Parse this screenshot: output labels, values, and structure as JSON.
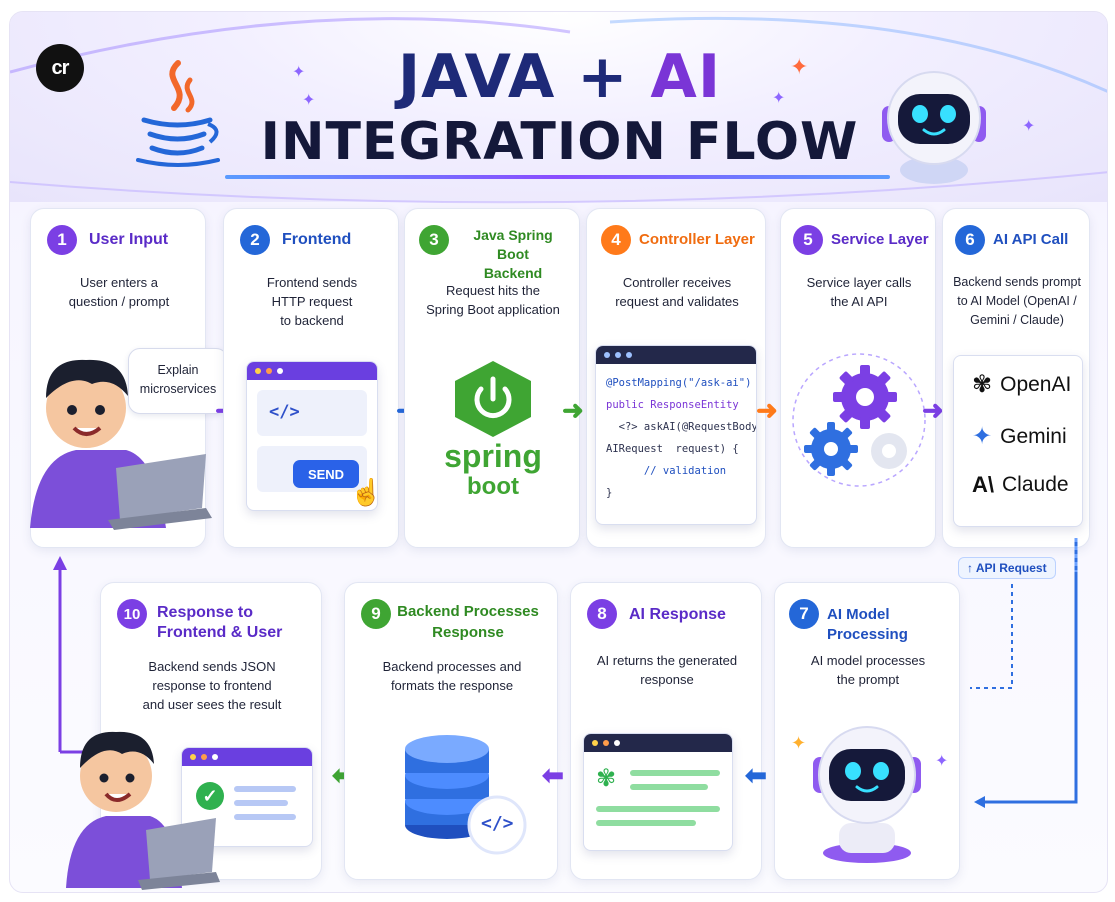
{
  "header": {
    "badge": "cr",
    "title_line1_part1": "JAVA + ",
    "title_line1_part2": "AI",
    "title_line2": "INTEGRATION FLOW"
  },
  "steps": [
    {
      "num": "1",
      "title": "User Input",
      "desc": "User enters a\nquestion / prompt",
      "bubble": "Explain\nmicroservices"
    },
    {
      "num": "2",
      "title": "Frontend",
      "desc": "Frontend sends\nHTTP request\nto backend",
      "button": "SEND",
      "code_icon": "</>"
    },
    {
      "num": "3",
      "title": "Java Spring Boot\nBackend",
      "desc": "Request hits the\nSpring Boot application",
      "logo_text_1": "spring",
      "logo_text_2": "boot"
    },
    {
      "num": "4",
      "title": "Controller Layer",
      "desc": "Controller receives\nrequest and validates",
      "code": [
        "@PostMapping(\"/ask-ai\")",
        "public  ResponseEntity",
        "  <?> askAI(@RequestBody",
        "AIRequest  request) {",
        "      // validation",
        "}"
      ]
    },
    {
      "num": "5",
      "title": "Service Layer",
      "desc": "Service layer calls\nthe AI API"
    },
    {
      "num": "6",
      "title": "AI API Call",
      "desc": "Backend sends prompt\nto AI Model (OpenAI /\nGemini / Claude)",
      "providers": [
        "OpenAI",
        "Gemini",
        "Claude"
      ]
    },
    {
      "num": "7",
      "title": "AI Model Processing",
      "desc": "AI model processes\nthe prompt"
    },
    {
      "num": "8",
      "title": "AI Response",
      "desc": "AI returns the generated\nresponse"
    },
    {
      "num": "9",
      "title": "Backend Processes\nResponse",
      "desc": "Backend processes and\nformats the response",
      "code_icon": "</>"
    },
    {
      "num": "10",
      "title": "Response to\nFrontend & User",
      "desc": "Backend sends JSON\nresponse to frontend\nand user sees the result"
    }
  ],
  "api_request_label": "API Request",
  "colors": {
    "purple": "#7b3fe4",
    "blue": "#2467d8",
    "green": "#3fa533",
    "orange": "#ff7a1a",
    "title_navy": "#1e2a78"
  }
}
